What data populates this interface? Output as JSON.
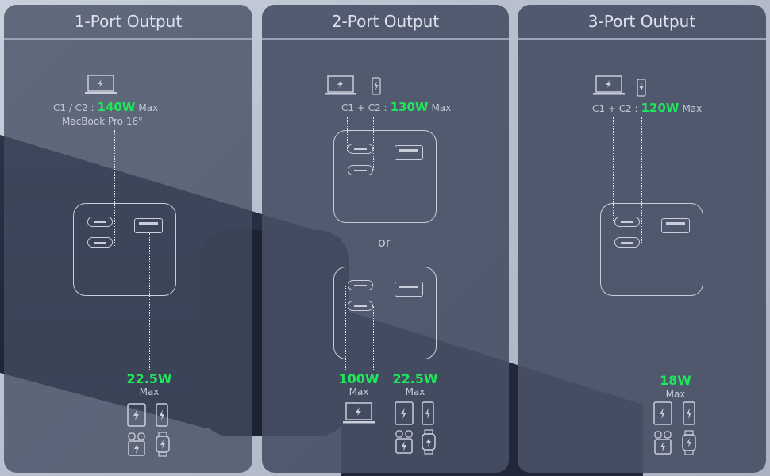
{
  "panels": [
    {
      "title": "1-Port Output",
      "spec": {
        "ports": "C1 / C2 :",
        "watts": "140W",
        "max": "Max"
      },
      "device_note": "MacBook Pro 16\"",
      "usb_a": {
        "watts": "22.5W",
        "max": "Max"
      }
    },
    {
      "title": "2-Port Output",
      "spec": {
        "ports": "C1  + C2 :",
        "watts": "130W",
        "max": "Max"
      },
      "or_label": "or",
      "alt": [
        {
          "watts": "100W",
          "max": "Max"
        },
        {
          "watts": "22.5W",
          "max": "Max"
        }
      ]
    },
    {
      "title": "3-Port Output",
      "spec": {
        "ports": "C1 + C2 :",
        "watts": "120W",
        "max": "Max"
      },
      "usb_a": {
        "watts": "18W",
        "max": "Max"
      }
    }
  ],
  "colors": {
    "accent_green": "#1ee85a",
    "panel_bg": "#485166",
    "line": "#c9ced8"
  },
  "icons": [
    "laptop-charge-icon",
    "phone-charge-icon",
    "tablet-charge-icon",
    "earbuds-charge-icon",
    "watch-charge-icon"
  ]
}
